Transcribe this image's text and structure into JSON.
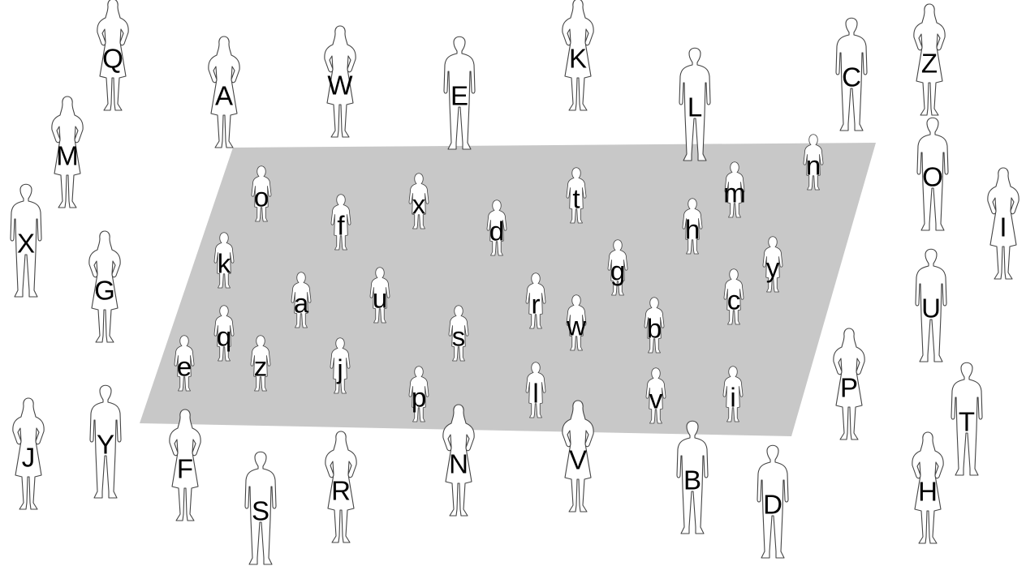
{
  "figures": [
    {
      "label": "Q",
      "kind": "woman"
    },
    {
      "label": "A",
      "kind": "woman"
    },
    {
      "label": "W",
      "kind": "woman"
    },
    {
      "label": "E",
      "kind": "man"
    },
    {
      "label": "K",
      "kind": "woman"
    },
    {
      "label": "L",
      "kind": "man"
    },
    {
      "label": "C",
      "kind": "man"
    },
    {
      "label": "Z",
      "kind": "woman"
    },
    {
      "label": "M",
      "kind": "woman"
    },
    {
      "label": "O",
      "kind": "man"
    },
    {
      "label": "X",
      "kind": "man"
    },
    {
      "label": "I",
      "kind": "woman"
    },
    {
      "label": "G",
      "kind": "woman"
    },
    {
      "label": "U",
      "kind": "man"
    },
    {
      "label": "P",
      "kind": "woman"
    },
    {
      "label": "T",
      "kind": "man"
    },
    {
      "label": "H",
      "kind": "woman"
    },
    {
      "label": "J",
      "kind": "woman"
    },
    {
      "label": "Y",
      "kind": "man"
    },
    {
      "label": "F",
      "kind": "woman"
    },
    {
      "label": "S",
      "kind": "man"
    },
    {
      "label": "R",
      "kind": "woman"
    },
    {
      "label": "N",
      "kind": "woman"
    },
    {
      "label": "V",
      "kind": "woman"
    },
    {
      "label": "B",
      "kind": "man"
    },
    {
      "label": "D",
      "kind": "man"
    },
    {
      "label": "o",
      "kind": "child"
    },
    {
      "label": "f",
      "kind": "child"
    },
    {
      "label": "x",
      "kind": "child"
    },
    {
      "label": "d",
      "kind": "child"
    },
    {
      "label": "t",
      "kind": "child"
    },
    {
      "label": "h",
      "kind": "child"
    },
    {
      "label": "m",
      "kind": "child"
    },
    {
      "label": "n",
      "kind": "child"
    },
    {
      "label": "k",
      "kind": "child"
    },
    {
      "label": "a",
      "kind": "child"
    },
    {
      "label": "u",
      "kind": "child"
    },
    {
      "label": "g",
      "kind": "child"
    },
    {
      "label": "y",
      "kind": "child"
    },
    {
      "label": "r",
      "kind": "child"
    },
    {
      "label": "c",
      "kind": "child"
    },
    {
      "label": "q",
      "kind": "child"
    },
    {
      "label": "s",
      "kind": "child"
    },
    {
      "label": "w",
      "kind": "child"
    },
    {
      "label": "b",
      "kind": "child"
    },
    {
      "label": "e",
      "kind": "child"
    },
    {
      "label": "z",
      "kind": "child"
    },
    {
      "label": "j",
      "kind": "child"
    },
    {
      "label": "p",
      "kind": "child"
    },
    {
      "label": "l",
      "kind": "child"
    },
    {
      "label": "v",
      "kind": "child"
    },
    {
      "label": "i",
      "kind": "child"
    }
  ],
  "colors": {
    "floor": "#c8c8c8",
    "outline": "#444444",
    "fill": "#ffffff"
  }
}
